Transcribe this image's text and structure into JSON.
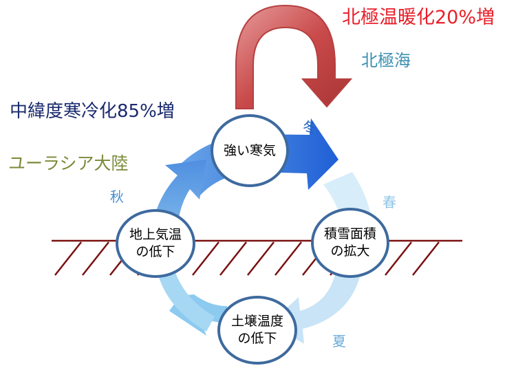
{
  "labels": {
    "arctic_warming": "北極温暖化20%増",
    "arctic_ocean": "北極海",
    "midlat_cooling": "中緯度寒冷化85%増",
    "eurasia": "ユーラシア大陸"
  },
  "seasons": {
    "winter": "冬",
    "spring": "春",
    "summer": "夏",
    "autumn": "秋"
  },
  "nodes": {
    "strong_cold": "強い寒気",
    "snow_cover": {
      "line1": "積雪面積",
      "line2": "の拡大"
    },
    "soil_temp": {
      "line1": "土壌温度",
      "line2": "の低下"
    },
    "surface_temp": {
      "line1": "地上気温",
      "line2": "の低下"
    }
  },
  "colors": {
    "red": "#e8202a",
    "arctic_blue": "#3a8fb0",
    "navy": "#1a2a6e",
    "olive": "#7a8a38",
    "season_blue": "#4a8fd0",
    "node_border": "#3e6a9e",
    "arrow_red": "#c94a4a",
    "ground": "#7a1010"
  }
}
